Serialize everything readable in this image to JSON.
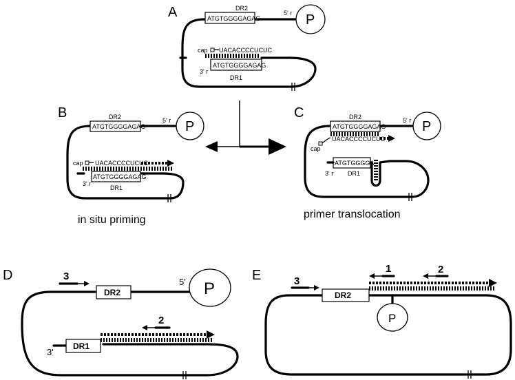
{
  "panels": {
    "A": {
      "letter": "A",
      "dr2_label": "DR2",
      "dr2_seq": "ATGTGGGGAGAG",
      "five_prime": "5' r",
      "polymerase": "P",
      "cap": "cap",
      "rna_seq": "UACACCCCUCUC",
      "three_prime": "3' r",
      "dr1_seq": "ATGTGGGGAGAG",
      "dr1_label": "DR1"
    },
    "B": {
      "letter": "B",
      "dr2_label": "DR2",
      "dr2_seq": "ATGTGGGGAGAG",
      "five_prime": "5' r",
      "polymerase": "P",
      "cap": "cap",
      "rna_seq": "UACACCCCUCUC",
      "three_prime": "3' r",
      "dr1_seq": "ATGTGGGGAGAG",
      "dr1_label": "DR1",
      "caption": "in situ priming"
    },
    "C": {
      "letter": "C",
      "dr2_label": "DR2",
      "dr2_seq": "ATGTGGGGAGAG",
      "five_prime": "5' r",
      "polymerase": "P",
      "cap": "cap",
      "rna_seq": "UACACCCCUCUC",
      "three_prime": "3' r",
      "dr1_seq": "ATGTGGGGA",
      "dr1_label": "DR1",
      "caption": "primer translocation"
    },
    "D": {
      "letter": "D",
      "primer_3": "3",
      "primer_2": "2",
      "dr2_label": "DR2",
      "dr1_label": "DR1",
      "five_prime": "5'",
      "three_prime": "3'",
      "polymerase": "P"
    },
    "E": {
      "letter": "E",
      "primer_3": "3",
      "primer_1": "1",
      "primer_2": "2",
      "dr2_label": "DR2",
      "polymerase": "P"
    }
  },
  "colors": {
    "ink": "#000000",
    "background": "#ffffff"
  }
}
